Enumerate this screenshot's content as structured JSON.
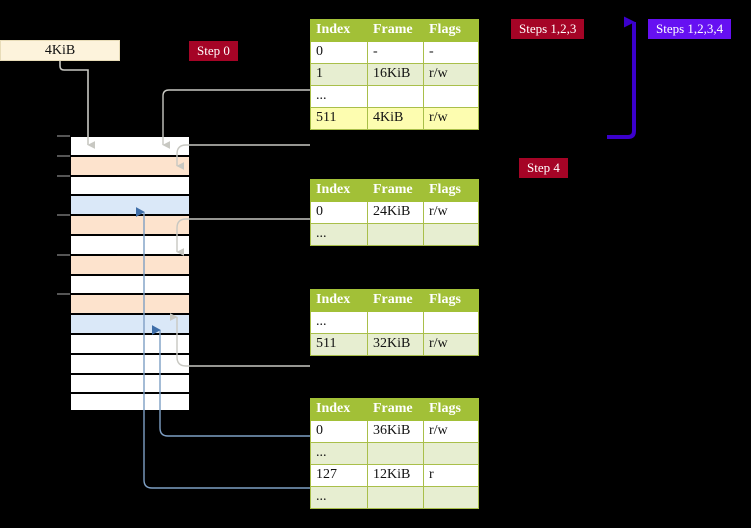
{
  "diagram": {
    "size_label": "4KiB",
    "badges": [
      {
        "name": "step-0",
        "label": "Step 0",
        "color": "#a50426"
      },
      {
        "name": "step-123",
        "label": "Steps 1,2,3",
        "color": "#a50426"
      },
      {
        "name": "step-4",
        "label": "Step 4",
        "color": "#a50426"
      },
      {
        "name": "step-1234",
        "label": "Steps 1,2,3,4",
        "color": "#6610f2"
      }
    ],
    "colors": {
      "header_green": "#a2c037",
      "row_alt": "#e7eed1",
      "row_highlight": "#fdfdb0",
      "mem_orange": "#fde3cd",
      "mem_blue": "#dae8f8",
      "badge_red": "#a50426",
      "badge_purple": "#6610f2",
      "wire_gray": "#b7b7b0",
      "wire_blue": "#7e9fc4"
    },
    "tables": [
      {
        "name": "page-table-level-0",
        "columns": [
          "Index",
          "Frame",
          "Flags"
        ],
        "rows": [
          {
            "cells": [
              "0",
              "-",
              "-"
            ],
            "style": "plain"
          },
          {
            "cells": [
              "1",
              "16KiB",
              "r/w"
            ],
            "style": "alt"
          },
          {
            "cells": [
              "...",
              "",
              ""
            ],
            "style": "plain"
          },
          {
            "cells": [
              "511",
              "4KiB",
              "r/w"
            ],
            "style": "hl"
          }
        ]
      },
      {
        "name": "page-table-level-1",
        "columns": [
          "Index",
          "Frame",
          "Flags"
        ],
        "rows": [
          {
            "cells": [
              "0",
              "24KiB",
              "r/w"
            ],
            "style": "plain"
          },
          {
            "cells": [
              "...",
              "",
              ""
            ],
            "style": "alt"
          }
        ]
      },
      {
        "name": "page-table-level-2",
        "columns": [
          "Index",
          "Frame",
          "Flags"
        ],
        "rows": [
          {
            "cells": [
              "...",
              "",
              ""
            ],
            "style": "plain"
          },
          {
            "cells": [
              "511",
              "32KiB",
              "r/w"
            ],
            "style": "alt"
          }
        ]
      },
      {
        "name": "page-table-level-3",
        "columns": [
          "Index",
          "Frame",
          "Flags"
        ],
        "rows": [
          {
            "cells": [
              "0",
              "36KiB",
              "r/w"
            ],
            "style": "plain"
          },
          {
            "cells": [
              "...",
              "",
              ""
            ],
            "style": "alt"
          },
          {
            "cells": [
              "127",
              "12KiB",
              "r"
            ],
            "style": "plain"
          },
          {
            "cells": [
              "...",
              "",
              ""
            ],
            "style": "alt"
          }
        ]
      }
    ],
    "memory": {
      "name": "physical-memory-column",
      "rows": [
        {
          "fill": "white",
          "tick": true
        },
        {
          "fill": "orange",
          "tick": true
        },
        {
          "fill": "white",
          "tick": true
        },
        {
          "fill": "blue",
          "tick": false
        },
        {
          "fill": "orange",
          "tick": true
        },
        {
          "fill": "white",
          "tick": false
        },
        {
          "fill": "orange",
          "tick": true
        },
        {
          "fill": "white",
          "tick": false
        },
        {
          "fill": "orange",
          "tick": true
        },
        {
          "fill": "blue",
          "tick": false
        },
        {
          "fill": "white",
          "tick": false
        },
        {
          "fill": "white",
          "tick": false
        },
        {
          "fill": "white",
          "tick": false
        },
        {
          "fill": "white",
          "tick": false
        }
      ]
    }
  }
}
